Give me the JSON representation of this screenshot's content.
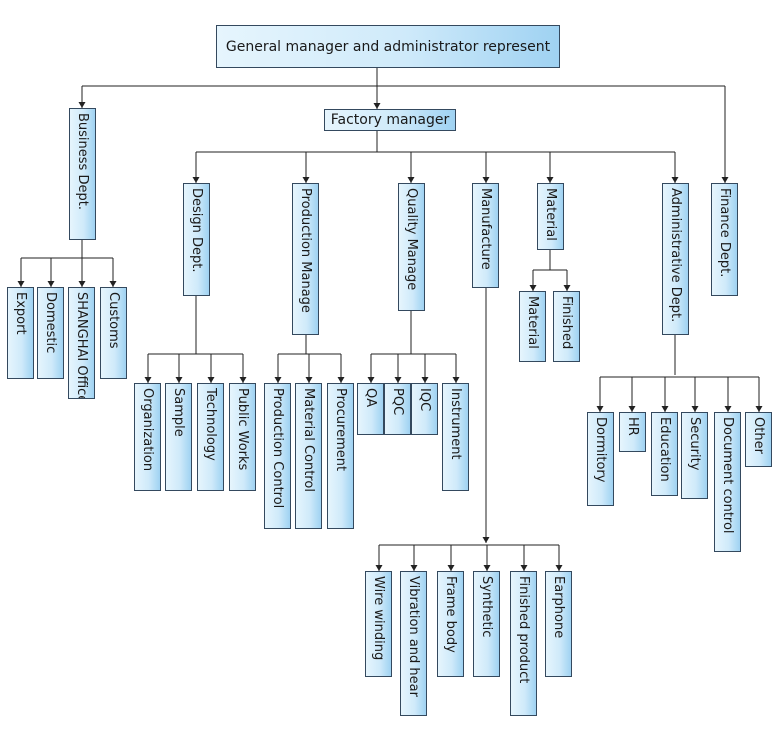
{
  "root": "General manager and administrator represent",
  "factory_manager": "Factory manager",
  "business": {
    "label": "Business Dept.",
    "children": [
      "Export",
      "Domestic",
      "SHANGHAI Office",
      "Customs"
    ]
  },
  "finance": "Finance Dept.",
  "design": {
    "label": "Design Dept.",
    "children": [
      "Organization",
      "Sample",
      "Technology",
      "Public Works"
    ]
  },
  "production": {
    "label": "Production Manage",
    "children": [
      "Production Control",
      "Material Control",
      "Procurement"
    ]
  },
  "quality": {
    "label": "Quality Manage",
    "children": [
      "QA",
      "PQC",
      "IQC",
      "Instrument"
    ]
  },
  "manufacture": {
    "label": "Manufacture",
    "children": [
      "Wire winding",
      "Vibration and hear",
      "Frame body",
      "Synthetic",
      "Finished product",
      "Earphone"
    ]
  },
  "material": {
    "label": "Material",
    "children": [
      "Material",
      "Finished"
    ]
  },
  "administrative": {
    "label": "Administrative Dept.",
    "children": [
      "Dormitory",
      "HR",
      "Education",
      "Security",
      "Document control",
      "Other"
    ]
  }
}
